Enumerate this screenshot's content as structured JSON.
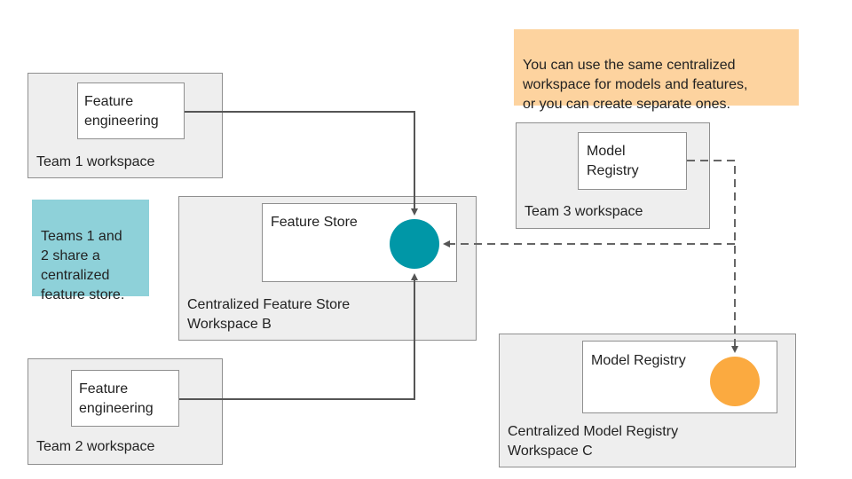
{
  "colors": {
    "feature_store_dot": "#0097a7",
    "model_registry_dot": "#fbaa40",
    "teams_note_bg": "#8ed1d9",
    "orange_note_bg": "#fdd39f",
    "workspace_bg": "#eeeeee",
    "connector": "#555555"
  },
  "notes": {
    "separate_workspaces": "You can use the same centralized\nworkspace for models and features,\nor you can create separate ones.",
    "shared_store": "Teams 1 and\n2 share a\ncentralized\nfeature store."
  },
  "team1": {
    "workspace_label": "Team 1 workspace",
    "box_label": "Feature\nengineering"
  },
  "team2": {
    "workspace_label": "Team 2 workspace",
    "box_label": "Feature\nengineering"
  },
  "team3": {
    "workspace_label": "Team 3 workspace",
    "box_label": "Model\nRegistry"
  },
  "workspace_b": {
    "workspace_label": "Centralized Feature Store\nWorkspace B",
    "box_label": "Feature Store"
  },
  "workspace_c": {
    "workspace_label": "Centralized Model Registry\nWorkspace C",
    "box_label": "Model Registry"
  }
}
